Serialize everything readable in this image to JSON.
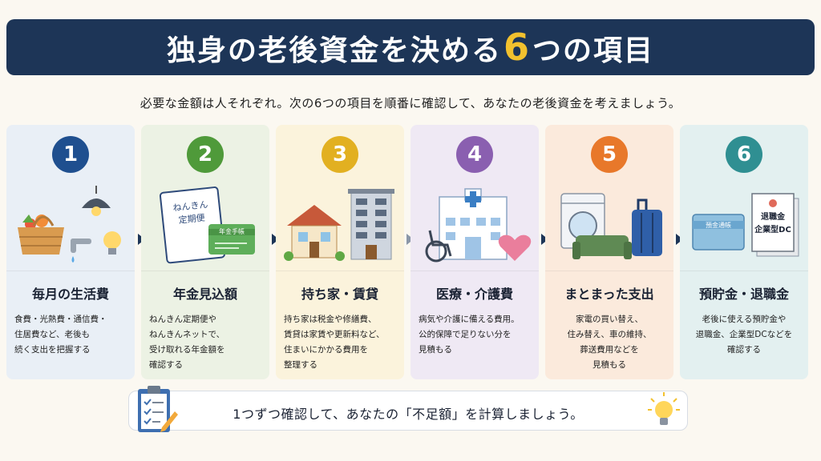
{
  "header": {
    "title_before": "独身の老後資金を決める",
    "title_number": "6",
    "title_after": "つの項目"
  },
  "subtitle": "必要な金額は人それぞれ。次の6つの項目を順番に確認して、あなたの老後資金を考えましょう。",
  "cards": [
    {
      "number": "1",
      "title": "毎月の生活費",
      "desc": [
        "食費・光熱費・通信費・",
        "住居費など、老後も",
        "続く支出を把握する"
      ],
      "icon": "household-goods-icon",
      "bg": "#e9eff6",
      "accent": "#1f4f8f"
    },
    {
      "number": "2",
      "title": "年金見込額",
      "desc": [
        "ねんきん定期便や",
        "ねんきんネットで、",
        "受け取れる年金額を",
        "確認する"
      ],
      "icon": "pension-mail-icon",
      "bg": "#ecf2e4",
      "accent": "#4f9a3a",
      "illus_text": {
        "mail_line1": "ねんきん",
        "mail_line2": "定期便",
        "card": "年金手帳"
      }
    },
    {
      "number": "3",
      "title": "持ち家・賃貸",
      "desc": [
        "持ち家は税金や修繕費、",
        "賃貸は家賃や更新料など、",
        "住まいにかかる費用を",
        "整理する"
      ],
      "icon": "house-and-apartment-icon",
      "bg": "#fbf3dc",
      "accent": "#e2b021"
    },
    {
      "number": "4",
      "title": "医療・介護費",
      "desc": [
        "病気や介護に備える費用。",
        "公的保障で足りない分を",
        "見積もる"
      ],
      "icon": "hospital-wheelchair-icon",
      "bg": "#efe9f4",
      "accent": "#8a5fb0"
    },
    {
      "number": "5",
      "title": "まとまった支出",
      "desc": [
        "家電の買い替え、",
        "住み替え、車の維持、",
        "葬送費用などを",
        "見積もる"
      ],
      "icon": "appliance-sofa-suitcase-icon",
      "bg": "#fbeadc",
      "accent": "#e8782a"
    },
    {
      "number": "6",
      "title": "預貯金・退職金",
      "desc": [
        "老後に使える預貯金や",
        "退職金、企業型DCなどを",
        "確認する"
      ],
      "icon": "bankbook-documents-icon",
      "bg": "#e3f0f0",
      "accent": "#2f8f92",
      "illus_text": {
        "book": "預金通帳",
        "doc_line1": "退職金",
        "doc_line2": "企業型DC"
      }
    }
  ],
  "footer": {
    "text": "1つずつ確認して、あなたの「不足額」を計算しましょう。",
    "left_icon": "clipboard-checklist-icon",
    "right_icon": "lightbulb-icon"
  }
}
